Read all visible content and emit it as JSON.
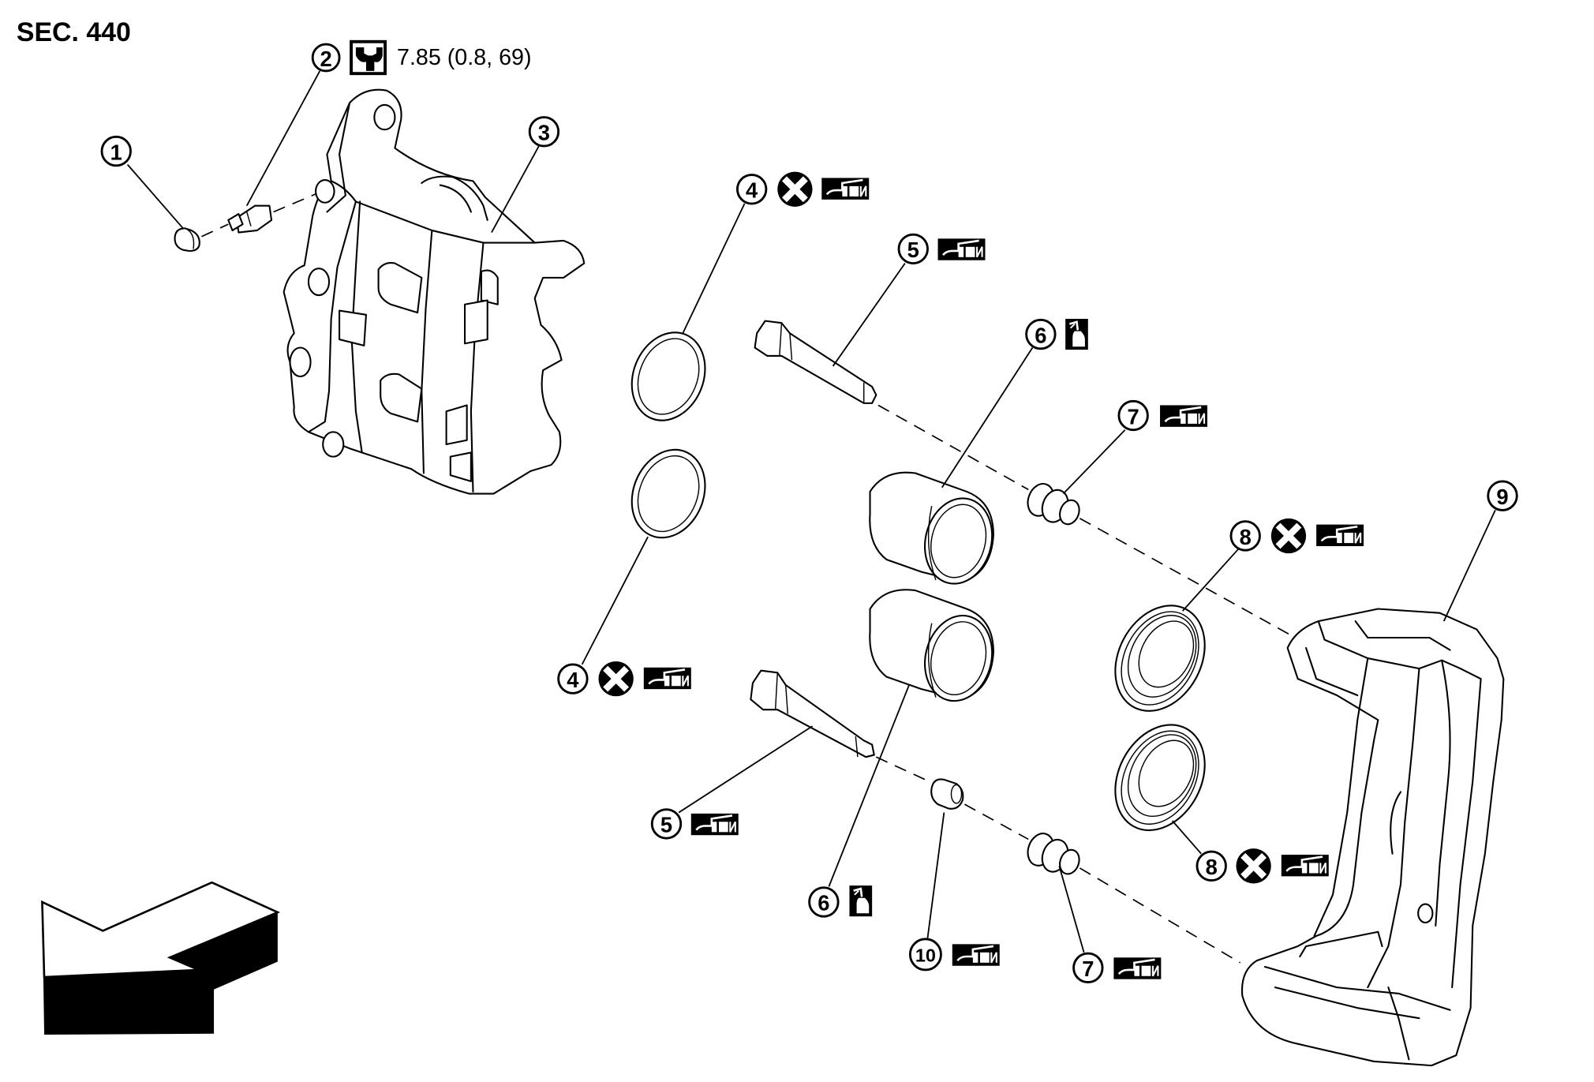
{
  "section_label": "SEC. 440",
  "torque_spec": {
    "callout": "2",
    "icon": "torque-wrench-icon",
    "value": "7.85 (0.8, 69)"
  },
  "callouts": [
    {
      "id": "1",
      "part": "bleeder cap",
      "symbols": []
    },
    {
      "id": "2",
      "part": "bleed valve",
      "symbols": [
        "torque-wrench-icon"
      ]
    },
    {
      "id": "3",
      "part": "cylinder body",
      "symbols": []
    },
    {
      "id": "4a",
      "label": "4",
      "part": "piston seal",
      "symbols": [
        "do-not-reuse-icon",
        "grease-tube-icon"
      ]
    },
    {
      "id": "4b",
      "label": "4",
      "part": "piston seal",
      "symbols": [
        "do-not-reuse-icon",
        "grease-tube-icon"
      ]
    },
    {
      "id": "5a",
      "label": "5",
      "part": "sliding pin",
      "symbols": [
        "grease-tube-icon"
      ]
    },
    {
      "id": "5b",
      "label": "5",
      "part": "sliding pin",
      "symbols": [
        "grease-tube-icon"
      ]
    },
    {
      "id": "6a",
      "label": "6",
      "part": "piston",
      "symbols": [
        "brake-fluid-icon"
      ]
    },
    {
      "id": "6b",
      "label": "6",
      "part": "piston",
      "symbols": [
        "brake-fluid-icon"
      ]
    },
    {
      "id": "7a",
      "label": "7",
      "part": "sliding pin boot",
      "symbols": [
        "grease-tube-icon"
      ]
    },
    {
      "id": "7b",
      "label": "7",
      "part": "sliding pin boot",
      "symbols": [
        "grease-tube-icon"
      ]
    },
    {
      "id": "8a",
      "label": "8",
      "part": "piston boot",
      "symbols": [
        "do-not-reuse-icon",
        "grease-tube-icon"
      ]
    },
    {
      "id": "8b",
      "label": "8",
      "part": "piston boot",
      "symbols": [
        "do-not-reuse-icon",
        "grease-tube-icon"
      ]
    },
    {
      "id": "9",
      "label": "9",
      "part": "torque member",
      "symbols": []
    },
    {
      "id": "10",
      "label": "10",
      "part": "bushing",
      "symbols": [
        "grease-tube-icon"
      ]
    }
  ],
  "labels": {
    "c1": "1",
    "c2": "2",
    "c3": "3",
    "c4": "4",
    "c5": "5",
    "c6": "6",
    "c7": "7",
    "c8": "8",
    "c9": "9",
    "c10": "10"
  },
  "front_arrow": "front-direction-arrow"
}
